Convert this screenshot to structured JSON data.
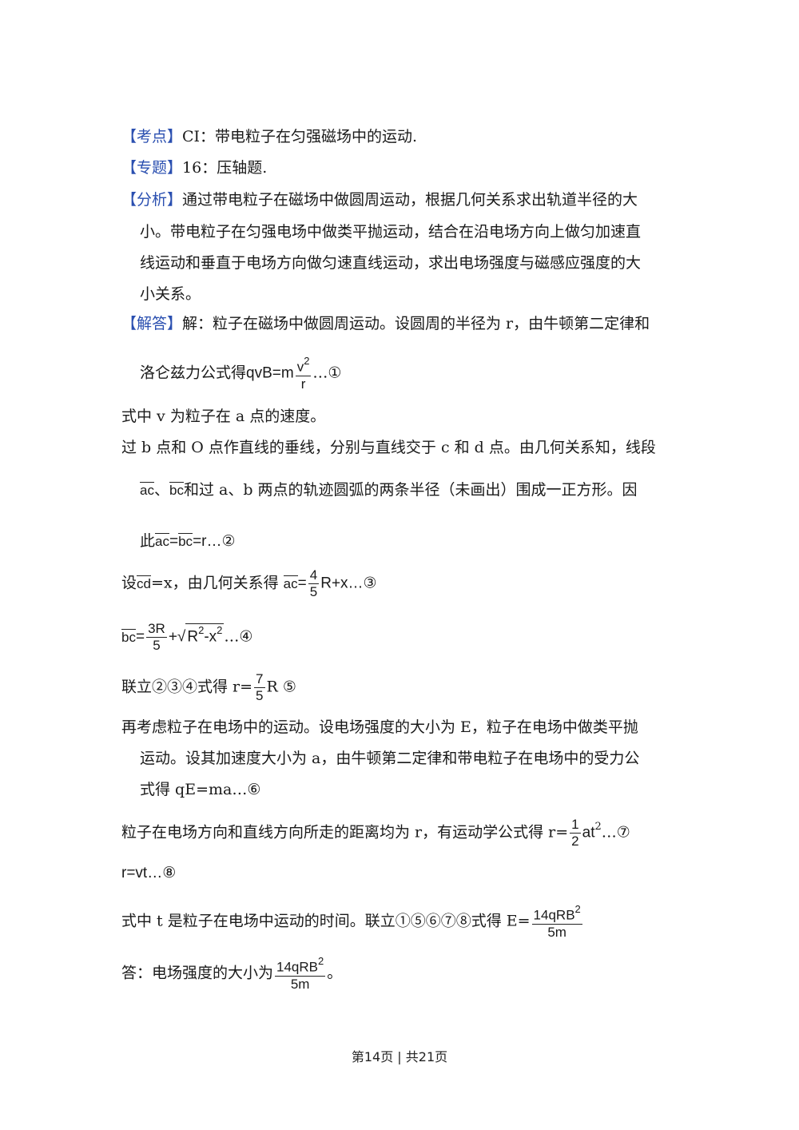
{
  "kaodian": {
    "label": "【考点】",
    "text": "CI：带电粒子在匀强磁场中的运动."
  },
  "zhuanti": {
    "label": "【专题】",
    "text": "16：压轴题."
  },
  "fenxi": {
    "label": "【分析】",
    "lines": [
      "通过带电粒子在磁场中做圆周运动，根据几何关系求出轨道半径的大",
      "小。带电粒子在匀强电场中做类平抛运动，结合在沿电场方向上做匀加速直",
      "线运动和垂直于电场方向做匀速直线运动，求出电场强度与磁感应强度的大",
      "小关系。"
    ]
  },
  "jieda": {
    "label": "【解答】",
    "line1": "解：粒子在磁场中做圆周运动。设圆周的半径为 r，由牛顿第二定律和",
    "line2_pre": "洛仑兹力公式得",
    "eq1_lhs": "qvB=m",
    "eq1_num": "v",
    "eq1_sup": "2",
    "eq1_den": "r",
    "eq1_tag": "…①",
    "line3": "式中 v 为粒子在 a 点的速度。",
    "line4": "过 b 点和 O 点作直线的垂线，分别与直线交于 c 和 d 点。由几何关系知，线段",
    "seg_ac": "ac",
    "seg_sep": "、",
    "seg_bc": "bc",
    "line5_post": "和过 a、b 两点的轨迹圆弧的两条半径（未画出）围成一正方形。因",
    "line6_pre": "此",
    "line6_eq": "=",
    "line6_post": "=r…②",
    "line7_pre": "设",
    "seg_cd": "cd",
    "line7_mid1": "=x，由几何关系得 ",
    "line7_eq": "=",
    "eq3_num": "4",
    "eq3_den": "5",
    "eq3_post": "R+x…③",
    "eq4_eq": "=",
    "eq4_num": "3R",
    "eq4_den": "5",
    "eq4_plus": "+",
    "eq4_rad": "R",
    "eq4_sup1": "2",
    "eq4_minus": "-x",
    "eq4_sup2": "2",
    "eq4_tag": "…④",
    "line9_pre": "联立②③④式得  r=",
    "eq5_num": "7",
    "eq5_den": "5",
    "eq5_post": "R  ⑤",
    "line10": "再考虑粒子在电场中的运动。设电场强度的大小为 E，粒子在电场中做类平抛",
    "line11": "运动。设其加速度大小为 a，由牛顿第二定律和带电粒子在电场中的受力公",
    "line12": "式得 qE=ma…⑥",
    "line13_pre": "粒子在电场方向和直线方向所走的距离均为 r，有运动学公式得 r=",
    "eq7_num": "1",
    "eq7_den": "2",
    "eq7_at": "at",
    "eq7_sup": "2",
    "eq7_tag": "…⑦",
    "line14": "r=vt…⑧",
    "line15_pre": "式中 t 是粒子在电场中运动的时间。联立①⑤⑥⑦⑧式得 E=",
    "eqE_num": "14qRB",
    "eqE_sup": "2",
    "eqE_den": "5m",
    "line16_pre": "答：电场强度的大小为",
    "ans_num": "14qRB",
    "ans_sup": "2",
    "ans_den": "5m",
    "line16_post": "。"
  },
  "footer": {
    "text": "第14页  | 共21页"
  }
}
